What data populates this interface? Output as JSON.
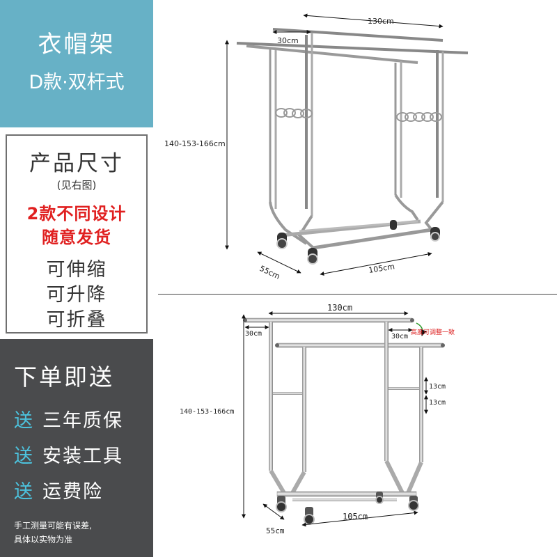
{
  "banner": {
    "title": "衣帽架",
    "subtitle": "D款·双杆式"
  },
  "size_panel": {
    "title": "产品尺寸",
    "note": "(见右图)",
    "promo_line1": "2款不同设计",
    "promo_line2": "随意发货",
    "features": [
      "可伸缩",
      "可升降",
      "可折叠"
    ]
  },
  "order_panel": {
    "title": "下单即送",
    "perk_tag": "送",
    "perks": [
      "三年质保",
      "安装工具",
      "运费险"
    ],
    "disclaimer_line1": "手工测量可能有误差,",
    "disclaimer_line2": "具体以实物为准"
  },
  "drawing_top": {
    "width": "130cm",
    "rail_gap": "30cm",
    "height": "140-153-166cm",
    "depth": "55cm",
    "base_length": "105cm"
  },
  "drawing_bottom": {
    "width": "130cm",
    "left_offset": "30cm",
    "right_offset": "30cm",
    "height_note": "高度可调整一致",
    "step1": "13cm",
    "step2": "13cm",
    "height": "140-153-166cm",
    "depth": "55cm",
    "base_length": "105cm"
  },
  "colors": {
    "banner": "#67b1c6",
    "dark_panel": "#4a4b4d",
    "promo_red": "#e02020",
    "perk_tag": "#4cc2dd"
  }
}
